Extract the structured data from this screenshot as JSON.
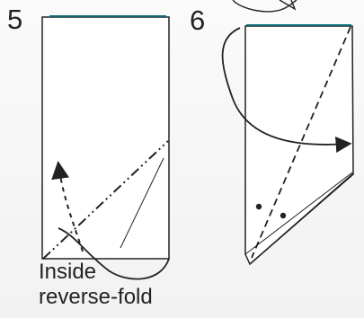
{
  "steps": [
    {
      "number": "5",
      "caption_lines": [
        "Inside",
        "reverse-fold"
      ]
    },
    {
      "number": "6"
    }
  ],
  "colors": {
    "ink": "#222222",
    "accent": "#0f6c77",
    "paper": "#ffffff"
  }
}
